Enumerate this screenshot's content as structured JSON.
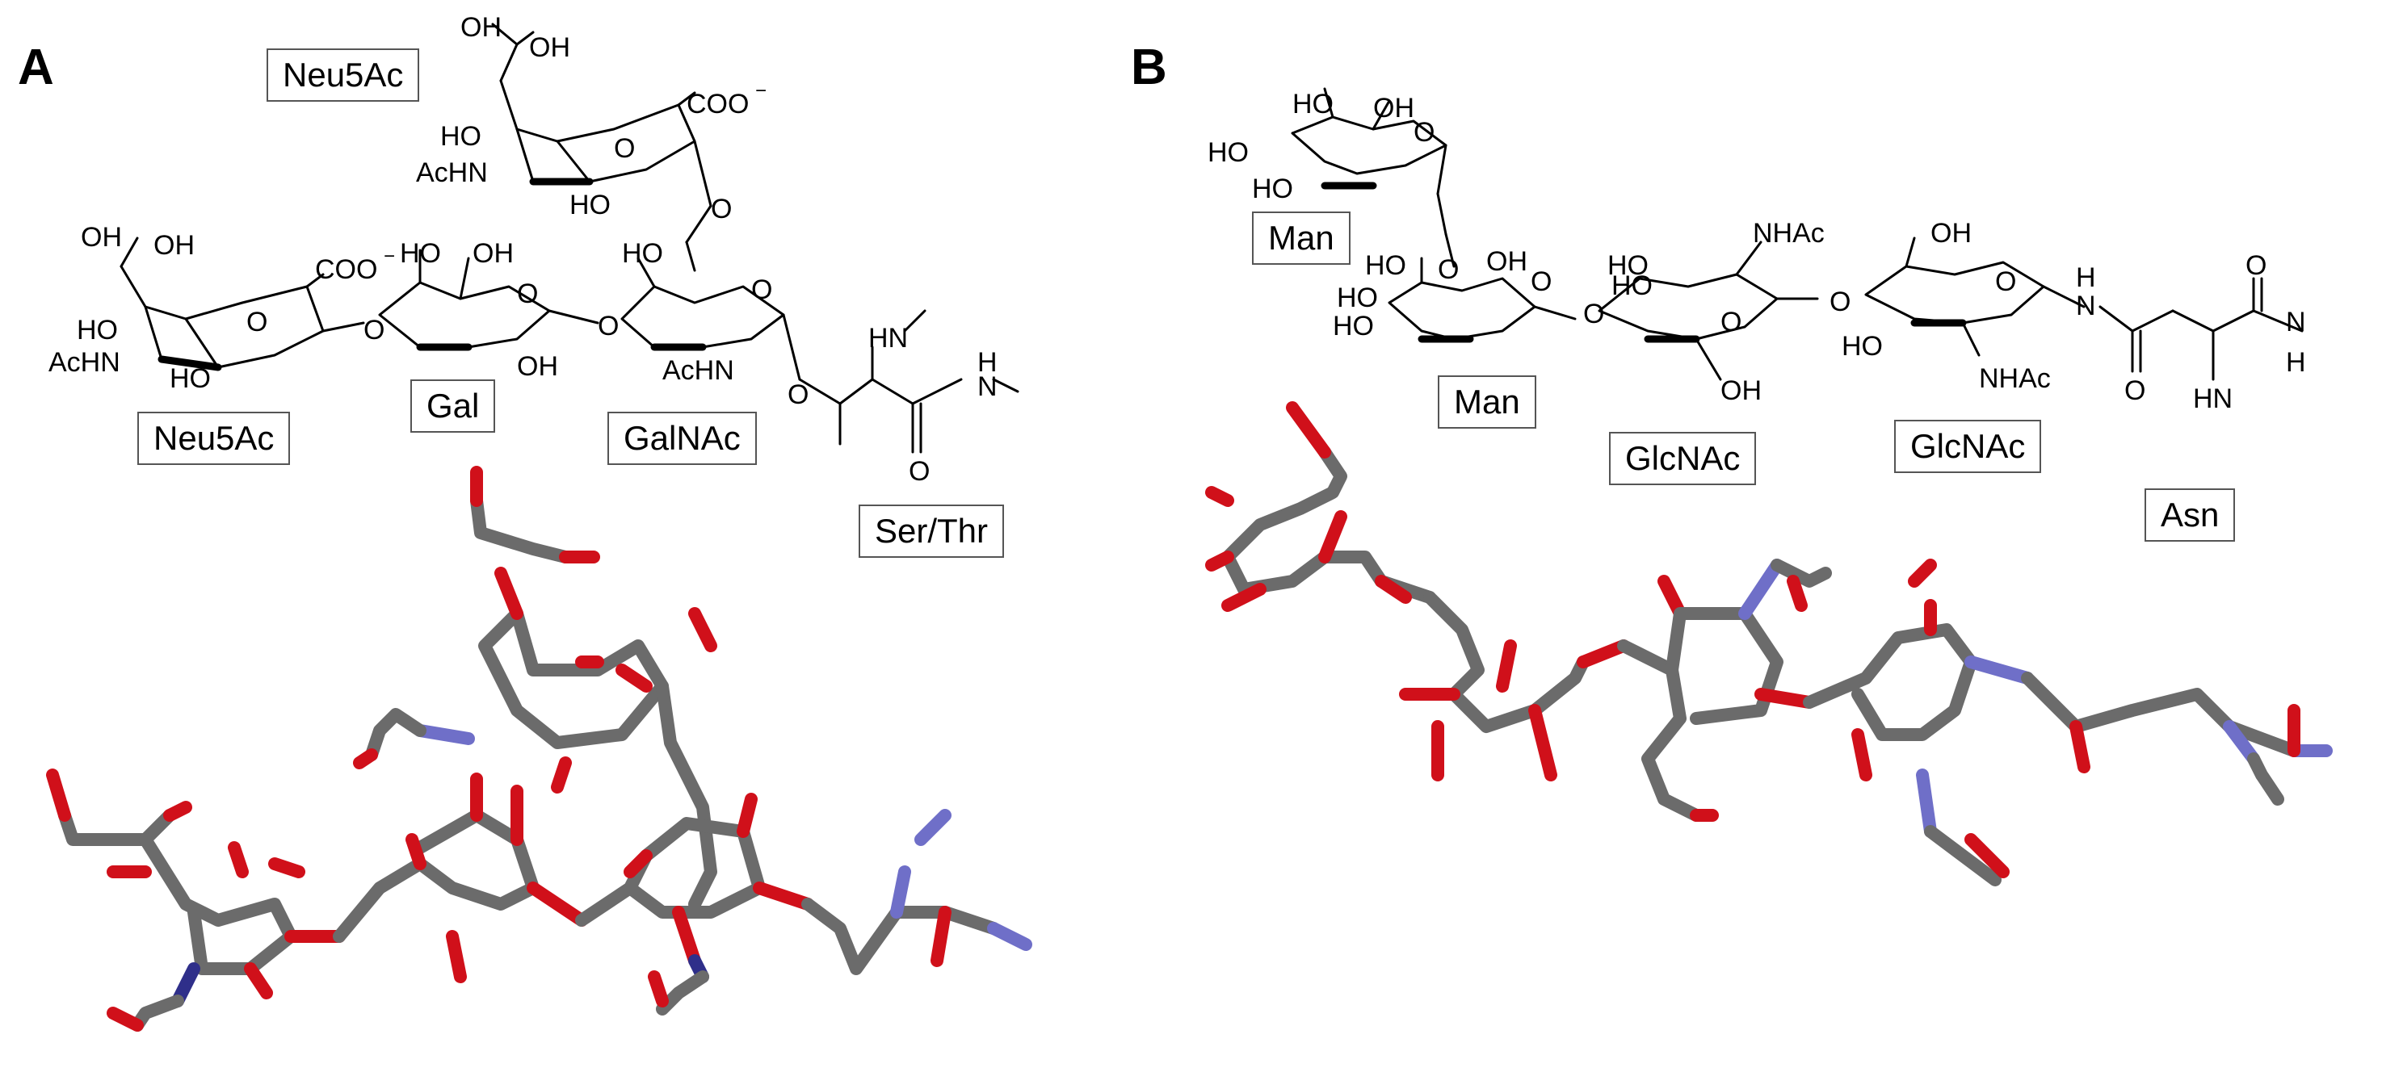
{
  "panels": [
    {
      "letter": "A",
      "labels": [
        "Neu5Ac",
        "Neu5Ac",
        "Gal",
        "GalNAc",
        "Ser/Thr"
      ],
      "atoms": [
        "OH",
        "OH",
        "COO",
        "−",
        "HO",
        "AcHN",
        "HO",
        "O",
        "OH",
        "OH",
        "COO",
        "−",
        "HO",
        "AcHN",
        "HO",
        "O",
        "HO",
        "OH",
        "O",
        "OH",
        "O",
        "HO",
        "O",
        "AcHN",
        "O",
        "HN",
        "H",
        "N",
        "O",
        "O",
        "O"
      ]
    },
    {
      "letter": "B",
      "labels": [
        "Man",
        "Man",
        "GlcNAc",
        "GlcNAc",
        "Asn"
      ],
      "atoms": [
        "HO",
        "OH",
        "HO",
        "O",
        "HO",
        "HO",
        "O",
        "HO",
        "OH",
        "HO",
        "O",
        "O",
        "HO",
        "HO",
        "NHAc",
        "O",
        "O",
        "OH",
        "OH",
        "HO",
        "NHAc",
        "O",
        "H",
        "N",
        "O",
        "O",
        "HN",
        "N",
        "H"
      ]
    }
  ]
}
